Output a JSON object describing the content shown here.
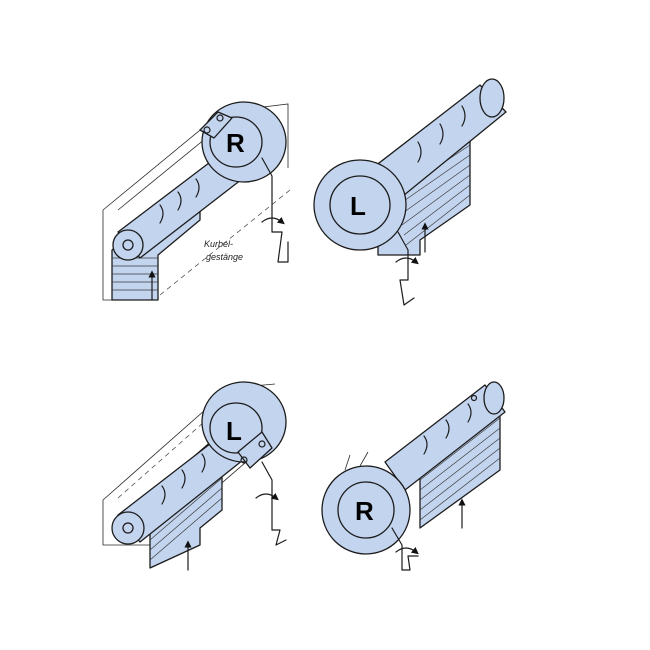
{
  "panels": [
    {
      "side_label": "R",
      "annotation": [
        "Kurbel-",
        "gestänge"
      ]
    },
    {
      "side_label": "L"
    },
    {
      "side_label": "L"
    },
    {
      "side_label": "R"
    }
  ],
  "colors": {
    "roller": "#c3d4ef",
    "line": "#1c1c1c",
    "background": "#ffffff"
  },
  "icons": [
    "up-arrow-icon",
    "crank-rod-icon",
    "rotation-arrow-icon"
  ]
}
